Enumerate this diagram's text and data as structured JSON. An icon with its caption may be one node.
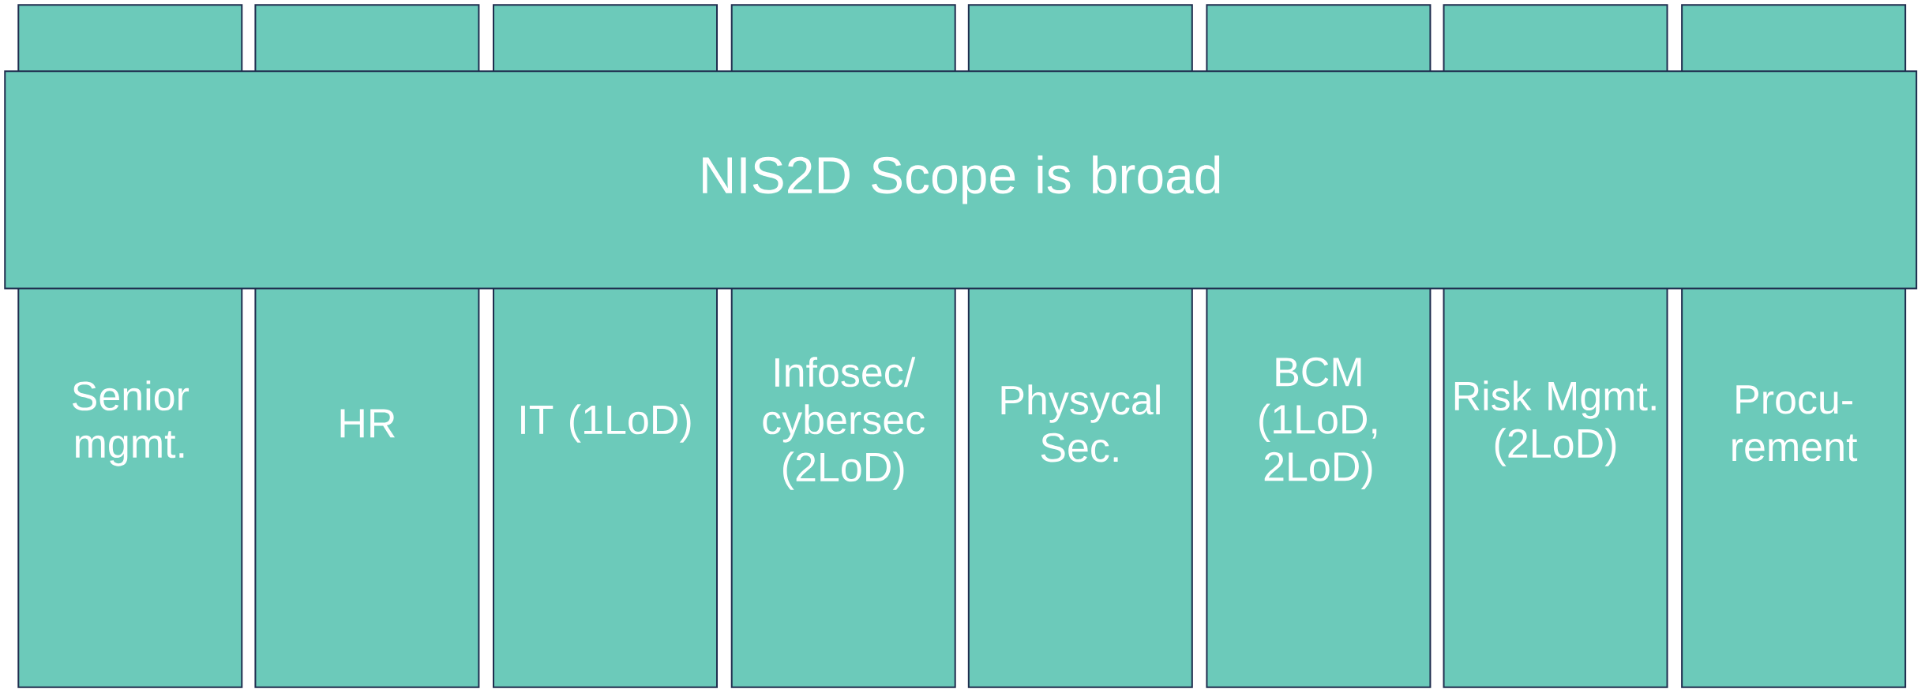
{
  "diagram": {
    "nodes": [
      {
        "text": [
          "NIS2D Scope is broad"
        ]
      },
      {
        "text": [
          "Senior mgmt."
        ]
      },
      {
        "text": [
          "HR"
        ]
      },
      {
        "text": [
          "IT (1LoD)"
        ]
      },
      {
        "text": [
          "Infosec/ cybersec (2LoD)"
        ]
      },
      {
        "text": [
          "Physycal Sec."
        ]
      },
      {
        "text": [
          "BCM (1LoD, 2LoD)"
        ]
      },
      {
        "text": [
          "Risk Mgmt. (2LoD)"
        ]
      },
      {
        "text": [
          "Procu- rement"
        ]
      }
    ]
  }
}
